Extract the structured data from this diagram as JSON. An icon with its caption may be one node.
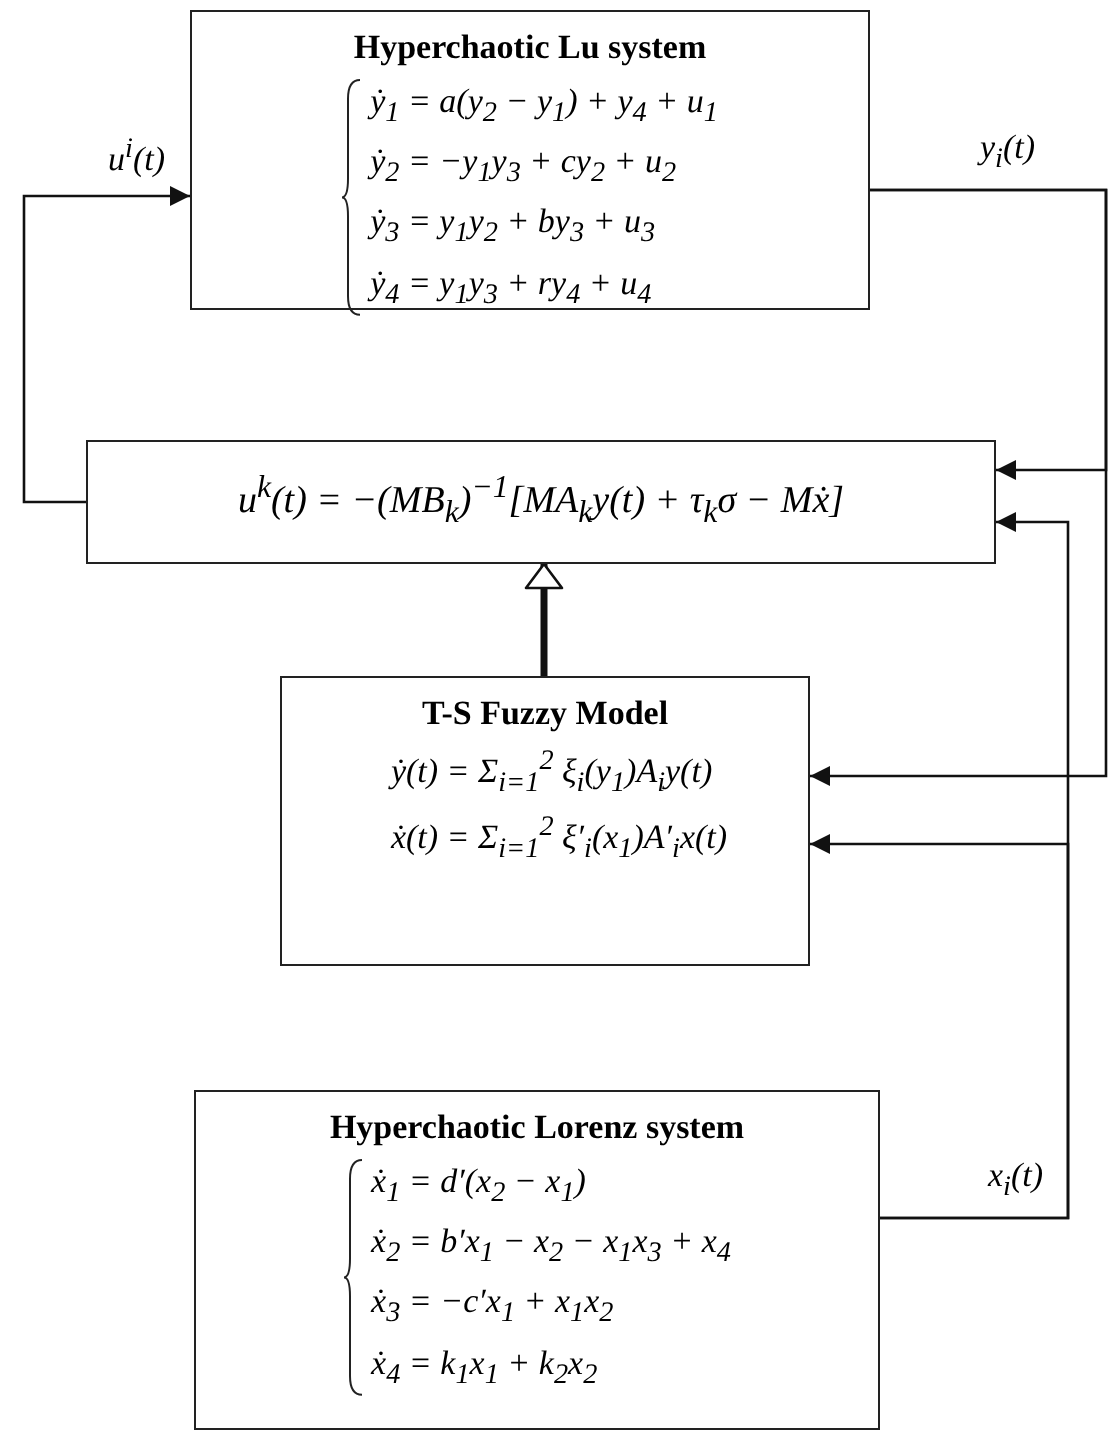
{
  "diagram": {
    "nodes": [
      {
        "text": [
          "Hyperchaotic Lu system",
          "ẏ$_{1}$ = a(y$_{2}$ − y$_{1}$) + y$_{4}$ + u$_{1}$",
          "ẏ$_{2}$ = −y$_{1}$y$_{3}$ + cy$_{2}$ + u$_{2}$",
          "ẏ$_{3}$ = y$_{1}$y$_{2}$ + by$_{3}$ + u$_{3}$",
          "ẏ$_{4}$ = y$_{1}$y$_{3}$ + ry$_{4}$ + u$_{4}$"
        ]
      },
      {
        "text": [
          "u$^{k}$(t) = −(MB$_{k}$)$^{−1}$[MA$_{k}$y(t) + τ$_{k}$σ − Mẋ]"
        ]
      },
      {
        "text": [
          "T-S Fuzzy Model",
          "ẏ(t) = Σ$_{i=1}$$^{2}$ ξ$_{i}$(y$_{1}$)A$_{i}$y(t)",
          "ẋ(t) = Σ$_{i=1}$$^{2}$ ξ′$_{i}$(x$_{1}$)A′$_{i}$x(t)"
        ]
      },
      {
        "text": [
          "Hyperchaotic Lorenz system",
          "ẋ$_{1}$ = d′(x$_{2}$ − x$_{1}$)",
          "ẋ$_{2}$ = b′x$_{1}$ − x$_{2}$ − x$_{1}$x$_{3}$ + x$_{4}$",
          "ẋ$_{3}$ = −c′x$_{1}$ + x$_{1}$x$_{2}$",
          "ẋ$_{4}$ = k$_{1}$x$_{1}$ + k$_{2}$x$_{2}$"
        ]
      }
    ],
    "edges": [
      {
        "from": 1,
        "to": 0,
        "arrow": "to",
        "label": "u$^{i}$(t)"
      },
      {
        "from": 0,
        "to": 1,
        "arrow": "to",
        "label": "y$_{i}$(t)"
      },
      {
        "from": 0,
        "to": 2,
        "arrow": "to"
      },
      {
        "from": 3,
        "to": 1,
        "arrow": "to",
        "label": "x$_{i}$(t)"
      },
      {
        "from": 3,
        "to": 2,
        "arrow": "to"
      },
      {
        "from": 2,
        "to": 1,
        "arrow": "to",
        "style": "thick"
      }
    ]
  }
}
